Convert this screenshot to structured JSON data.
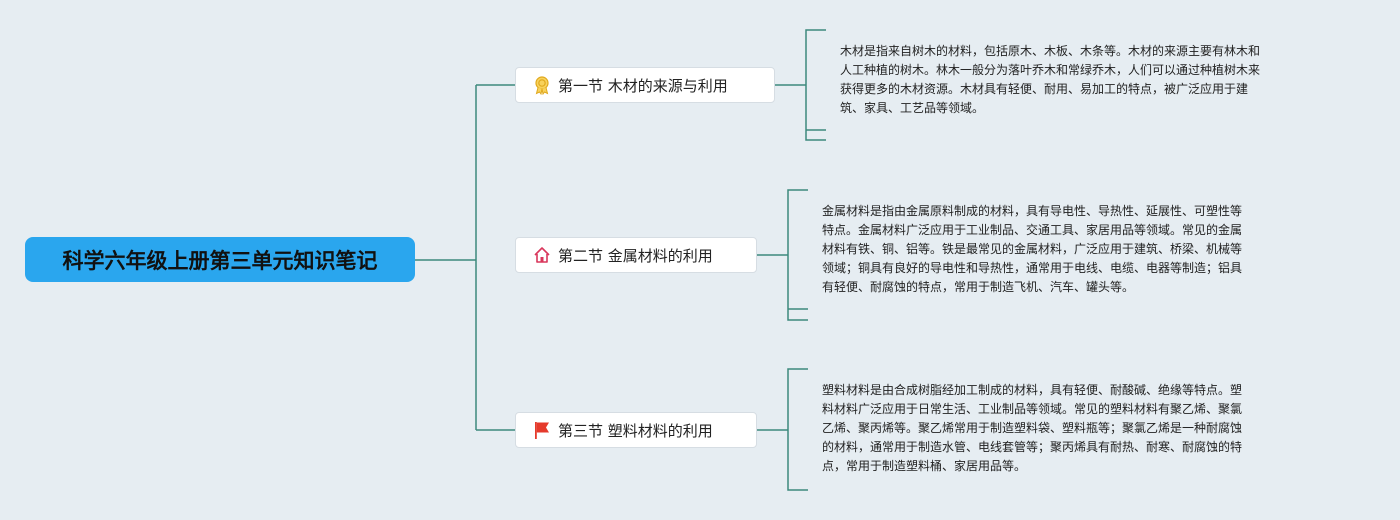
{
  "root": {
    "title": "科学六年级上册第三单元知识笔记"
  },
  "sections": [
    {
      "label": "第一节 木材的来源与利用",
      "icon": "award-ribbon-icon",
      "lines": [
        "木材是指来自树木的材料，包括原木、木板、木条等。木材的来源主要有林木和",
        "人工种植的树木。林木一般分为落叶乔木和常绿乔木，人们可以通过种植树木来",
        "获得更多的木材资源。木材具有轻便、耐用、易加工的特点，被广泛应用于建",
        "筑、家具、工艺品等领域。"
      ]
    },
    {
      "label": "第二节 金属材料的利用",
      "icon": "home-icon",
      "lines": [
        "金属材料是指由金属原料制成的材料，具有导电性、导热性、延展性、可塑性等",
        "特点。金属材料广泛应用于工业制品、交通工具、家居用品等领域。常见的金属",
        "材料有铁、铜、铝等。铁是最常见的金属材料，广泛应用于建筑、桥梁、机械等",
        "领域；铜具有良好的导电性和导热性，通常用于电线、电缆、电器等制造；铝具",
        "有轻便、耐腐蚀的特点，常用于制造飞机、汽车、罐头等。"
      ]
    },
    {
      "label": "第三节 塑料材料的利用",
      "icon": "red-flag-icon",
      "lines": [
        "塑料材料是由合成树脂经加工制成的材料，具有轻便、耐酸碱、绝缘等特点。塑",
        "料材料广泛应用于日常生活、工业制品等领域。常见的塑料材料有聚乙烯、聚氯",
        "乙烯、聚丙烯等。聚乙烯常用于制造塑料袋、塑料瓶等；聚氯乙烯是一种耐腐蚀",
        "的材料，通常用于制造水管、电线套管等；聚丙烯具有耐热、耐寒、耐腐蚀的特",
        "点，常用于制造塑料桶、家居用品等。"
      ]
    }
  ],
  "colors": {
    "connector": "#3d8a7c",
    "root": "#2aa6ee",
    "background": "#e6edf2"
  }
}
